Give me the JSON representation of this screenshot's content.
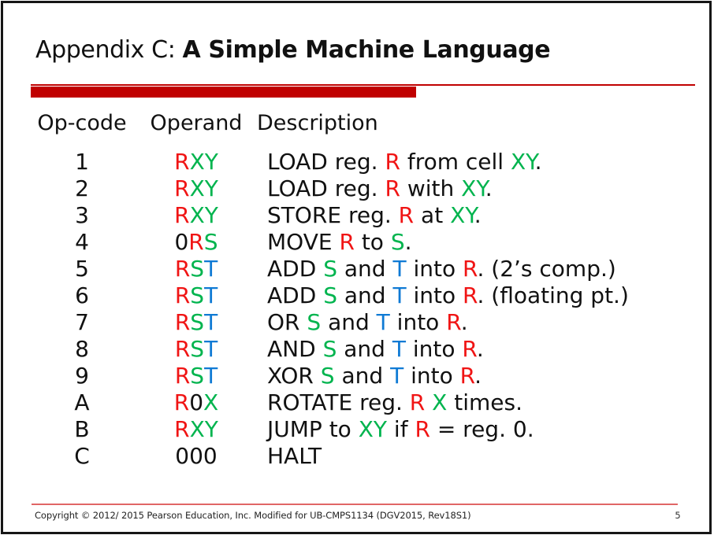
{
  "title": {
    "prefix": "Appendix C: ",
    "emphasis": "A Simple Machine Language"
  },
  "colors": {
    "black": "#111111",
    "red": "#f01414",
    "green": "#00b44e",
    "blue": "#0f7ad4",
    "accent_bar": "#c00000",
    "footer_line": "#e06666"
  },
  "table": {
    "headers": [
      "Op-code",
      "Operand",
      "Description"
    ],
    "rows": [
      {
        "opcode": "1",
        "operand": [
          [
            "R",
            "red"
          ],
          [
            "XY",
            "green"
          ]
        ],
        "description": [
          [
            "LOAD reg. ",
            "black"
          ],
          [
            "R",
            "red"
          ],
          [
            " from cell ",
            "black"
          ],
          [
            "XY",
            "green"
          ],
          [
            ".",
            "black"
          ]
        ]
      },
      {
        "opcode": "2",
        "operand": [
          [
            "R",
            "red"
          ],
          [
            "XY",
            "green"
          ]
        ],
        "description": [
          [
            "LOAD reg. ",
            "black"
          ],
          [
            "R",
            "red"
          ],
          [
            " with ",
            "black"
          ],
          [
            "XY",
            "green"
          ],
          [
            ".",
            "black"
          ]
        ]
      },
      {
        "opcode": "3",
        "operand": [
          [
            "R",
            "red"
          ],
          [
            "XY",
            "green"
          ]
        ],
        "description": [
          [
            "STORE reg. ",
            "black"
          ],
          [
            "R",
            "red"
          ],
          [
            " at ",
            "black"
          ],
          [
            "XY",
            "green"
          ],
          [
            ".",
            "black"
          ]
        ]
      },
      {
        "opcode": "4",
        "operand": [
          [
            "0",
            "black"
          ],
          [
            "R",
            "red"
          ],
          [
            "S",
            "green"
          ]
        ],
        "description": [
          [
            "MOVE ",
            "black"
          ],
          [
            "R",
            "red"
          ],
          [
            " to ",
            "black"
          ],
          [
            "S",
            "green"
          ],
          [
            ".",
            "black"
          ]
        ]
      },
      {
        "opcode": "5",
        "operand": [
          [
            "R",
            "red"
          ],
          [
            "S",
            "green"
          ],
          [
            "T",
            "blue"
          ]
        ],
        "description": [
          [
            "ADD ",
            "black"
          ],
          [
            "S",
            "green"
          ],
          [
            " and ",
            "black"
          ],
          [
            "T",
            "blue"
          ],
          [
            " into ",
            "black"
          ],
          [
            "R",
            "red"
          ],
          [
            ". (2’s comp.)",
            "black"
          ]
        ]
      },
      {
        "opcode": "6",
        "operand": [
          [
            "R",
            "red"
          ],
          [
            "S",
            "green"
          ],
          [
            "T",
            "blue"
          ]
        ],
        "description": [
          [
            "ADD ",
            "black"
          ],
          [
            "S",
            "green"
          ],
          [
            " and ",
            "black"
          ],
          [
            "T",
            "blue"
          ],
          [
            " into ",
            "black"
          ],
          [
            "R",
            "red"
          ],
          [
            ". (floating pt.)",
            "black"
          ]
        ]
      },
      {
        "opcode": "7",
        "operand": [
          [
            "R",
            "red"
          ],
          [
            "S",
            "green"
          ],
          [
            "T",
            "blue"
          ]
        ],
        "description": [
          [
            "OR ",
            "black"
          ],
          [
            "S",
            "green"
          ],
          [
            " and ",
            "black"
          ],
          [
            "T",
            "blue"
          ],
          [
            " into ",
            "black"
          ],
          [
            "R",
            "red"
          ],
          [
            ".",
            "black"
          ]
        ]
      },
      {
        "opcode": "8",
        "operand": [
          [
            "R",
            "red"
          ],
          [
            "S",
            "green"
          ],
          [
            "T",
            "blue"
          ]
        ],
        "description": [
          [
            "AND ",
            "black"
          ],
          [
            "S",
            "green"
          ],
          [
            " and ",
            "black"
          ],
          [
            "T",
            "blue"
          ],
          [
            " into ",
            "black"
          ],
          [
            "R",
            "red"
          ],
          [
            ".",
            "black"
          ]
        ]
      },
      {
        "opcode": "9",
        "operand": [
          [
            "R",
            "red"
          ],
          [
            "S",
            "green"
          ],
          [
            "T",
            "blue"
          ]
        ],
        "description": [
          [
            "XOR ",
            "black"
          ],
          [
            "S",
            "green"
          ],
          [
            " and ",
            "black"
          ],
          [
            "T",
            "blue"
          ],
          [
            " into ",
            "black"
          ],
          [
            "R",
            "red"
          ],
          [
            ".",
            "black"
          ]
        ]
      },
      {
        "opcode": "A",
        "operand": [
          [
            "R",
            "red"
          ],
          [
            "0",
            "black"
          ],
          [
            "X",
            "green"
          ]
        ],
        "description": [
          [
            "ROTATE reg. ",
            "black"
          ],
          [
            "R",
            "red"
          ],
          [
            " ",
            "black"
          ],
          [
            "X",
            "green"
          ],
          [
            " times.",
            "black"
          ]
        ]
      },
      {
        "opcode": "B",
        "operand": [
          [
            "R",
            "red"
          ],
          [
            "XY",
            "green"
          ]
        ],
        "description": [
          [
            "JUMP to ",
            "black"
          ],
          [
            "XY",
            "green"
          ],
          [
            " if ",
            "black"
          ],
          [
            "R",
            "red"
          ],
          [
            " = reg. 0.",
            "black"
          ]
        ]
      },
      {
        "opcode": "C",
        "operand": [
          [
            "000",
            "black"
          ]
        ],
        "description": [
          [
            "HALT",
            "black"
          ]
        ]
      }
    ]
  },
  "footer": {
    "copyright": "Copyright © 2012/ 2015 Pearson Education, Inc. Modified for UB-CMPS1134 (DGV2015, Rev18S1)",
    "page_number": "5"
  }
}
